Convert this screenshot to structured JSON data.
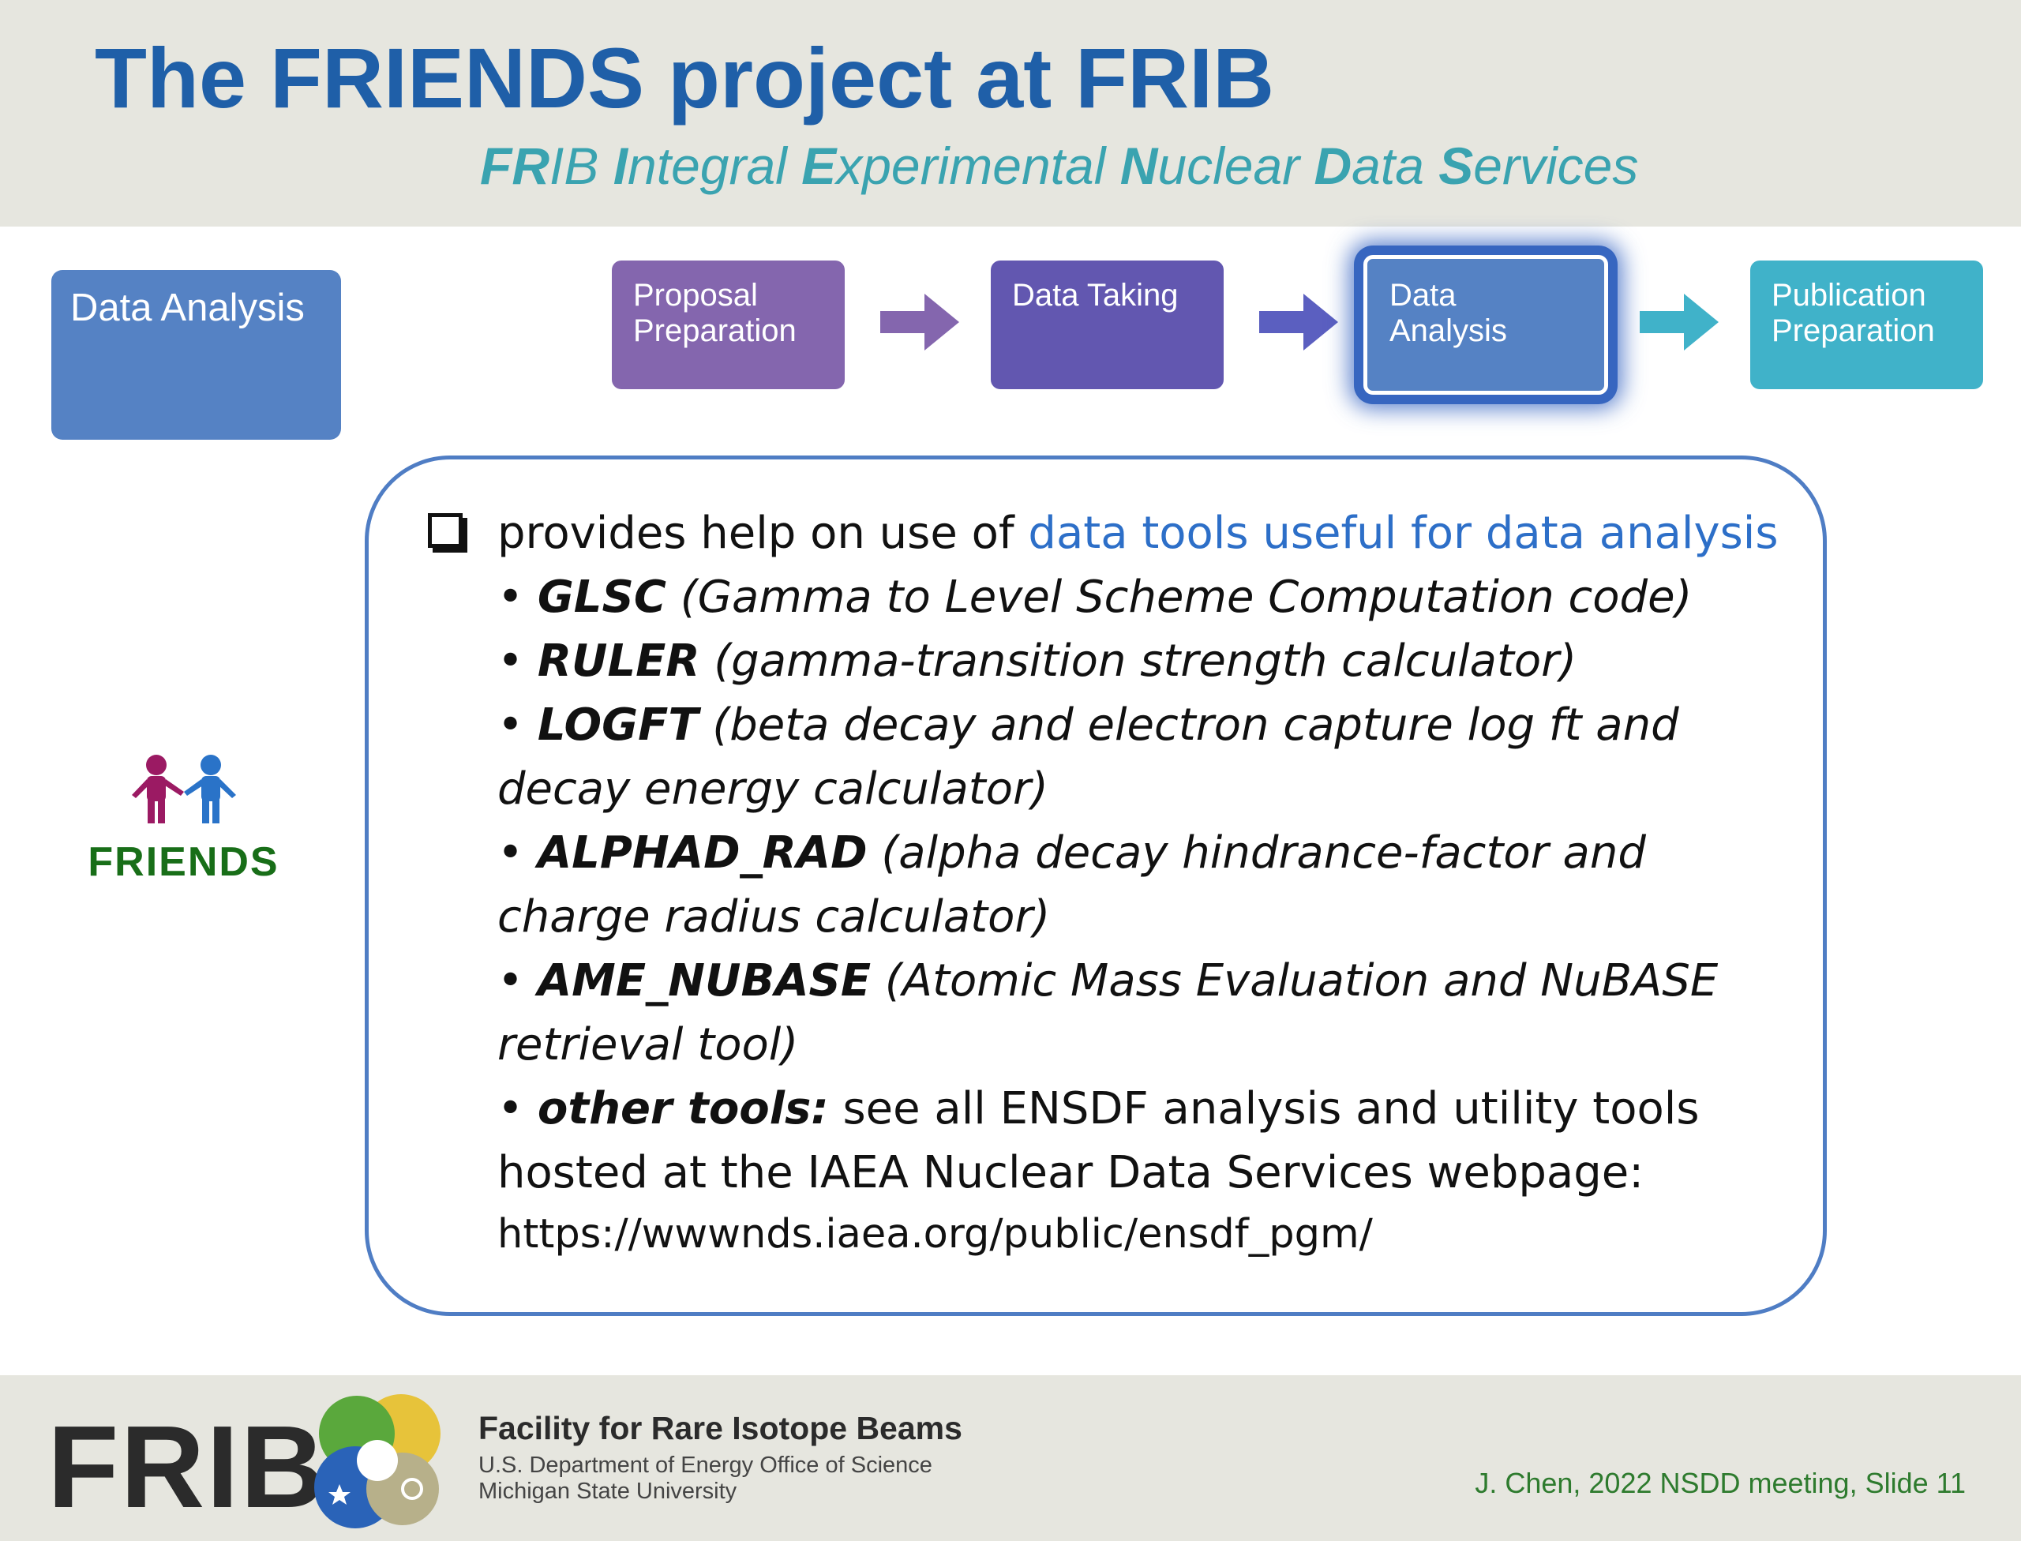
{
  "header": {
    "title": "The FRIENDS project at FRIB",
    "subtitle": {
      "parts": [
        {
          "bold": "FR",
          "rest": "IB "
        },
        {
          "bold": "I",
          "rest": "ntegral "
        },
        {
          "bold": "E",
          "rest": "xperimental "
        },
        {
          "bold": "N",
          "rest": "uclear "
        },
        {
          "bold": "D",
          "rest": "ata "
        },
        {
          "bold": "S",
          "rest": "ervices"
        }
      ]
    }
  },
  "side_box": {
    "label": "Data Analysis"
  },
  "workflow": {
    "steps": [
      {
        "label_line1": "Proposal",
        "label_line2": "Preparation"
      },
      {
        "label_line1": "Data Taking",
        "label_line2": ""
      },
      {
        "label_line1": "Data",
        "label_line2": "Analysis"
      },
      {
        "label_line1": "Publication",
        "label_line2": "Preparation"
      }
    ],
    "active_step": "Data Analysis",
    "colors": {
      "proposal": "#8466ae",
      "data_taking": "#6257b0",
      "data_analysis": "#5582c4",
      "publication": "#40b2c9"
    }
  },
  "friends_logo": {
    "label": "FRIENDS",
    "icon": "two-people-icon"
  },
  "content": {
    "intro_prefix": "provides help on use of ",
    "intro_highlight": "data tools useful for data analysis",
    "tools": [
      {
        "name": "GLSC",
        "desc": " (Gamma to Level Scheme Computation code)"
      },
      {
        "name": "RULER",
        "desc": " (gamma-transition strength calculator)"
      },
      {
        "name": "LOGFT",
        "desc": " (beta decay and electron capture log ft and decay energy calculator)"
      },
      {
        "name": "ALPHAD_RAD",
        "desc": " (alpha decay hindrance-factor and charge radius calculator)"
      },
      {
        "name": "AME_NUBASE",
        "desc": " (Atomic Mass Evaluation and NuBASE retrieval tool)"
      }
    ],
    "other": {
      "name": "other tools:",
      "desc": " see all ENSDF analysis and utility tools hosted at the IAEA Nuclear Data Services webpage:"
    },
    "url": "https://wwwnds.iaea.org/public/ensdf_pgm/"
  },
  "footer": {
    "frib": "FRIB",
    "facility_name": "Facility for Rare Isotope Beams",
    "line1": "U.S. Department of Energy Office of Science",
    "line2": "Michigan State University",
    "credit": "J. Chen, 2022 NSDD meeting, Slide 11"
  }
}
